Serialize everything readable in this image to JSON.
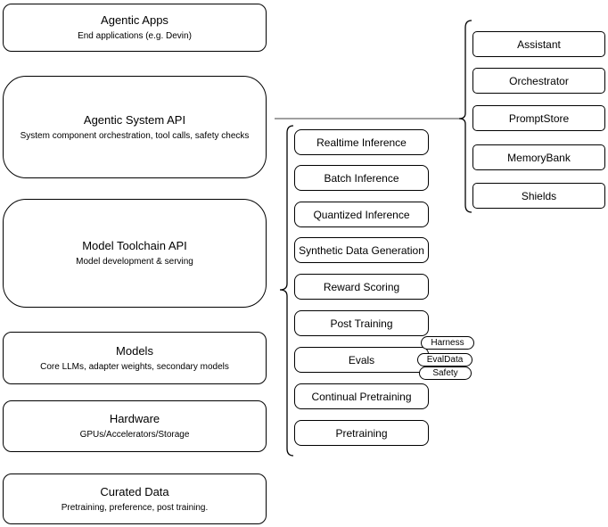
{
  "left": [
    {
      "title": "Agentic Apps",
      "subtitle": "End applications (e.g. Devin)"
    },
    {
      "title": "Agentic System API",
      "subtitle": "System component orchestration, tool calls, safety checks"
    },
    {
      "title": "Model Toolchain API",
      "subtitle": "Model development & serving"
    },
    {
      "title": "Models",
      "subtitle": "Core LLMs, adapter weights, secondary models"
    },
    {
      "title": "Hardware",
      "subtitle": "GPUs/Accelerators/Storage"
    },
    {
      "title": "Curated Data",
      "subtitle": "Pretraining, preference, post training."
    }
  ],
  "middle": [
    "Realtime Inference",
    "Batch Inference",
    "Quantized Inference",
    "Synthetic Data Generation",
    "Reward Scoring",
    "Post Training",
    "Evals",
    "Continual Pretraining",
    "Pretraining"
  ],
  "eval_tags": [
    "Harness",
    "EvalData",
    "Safety"
  ],
  "right": [
    "Assistant",
    "Orchestrator",
    "PromptStore",
    "MemoryBank",
    "Shields"
  ],
  "colors": {
    "stroke": "#000000",
    "connector_line": "#808080",
    "background": "#ffffff"
  }
}
